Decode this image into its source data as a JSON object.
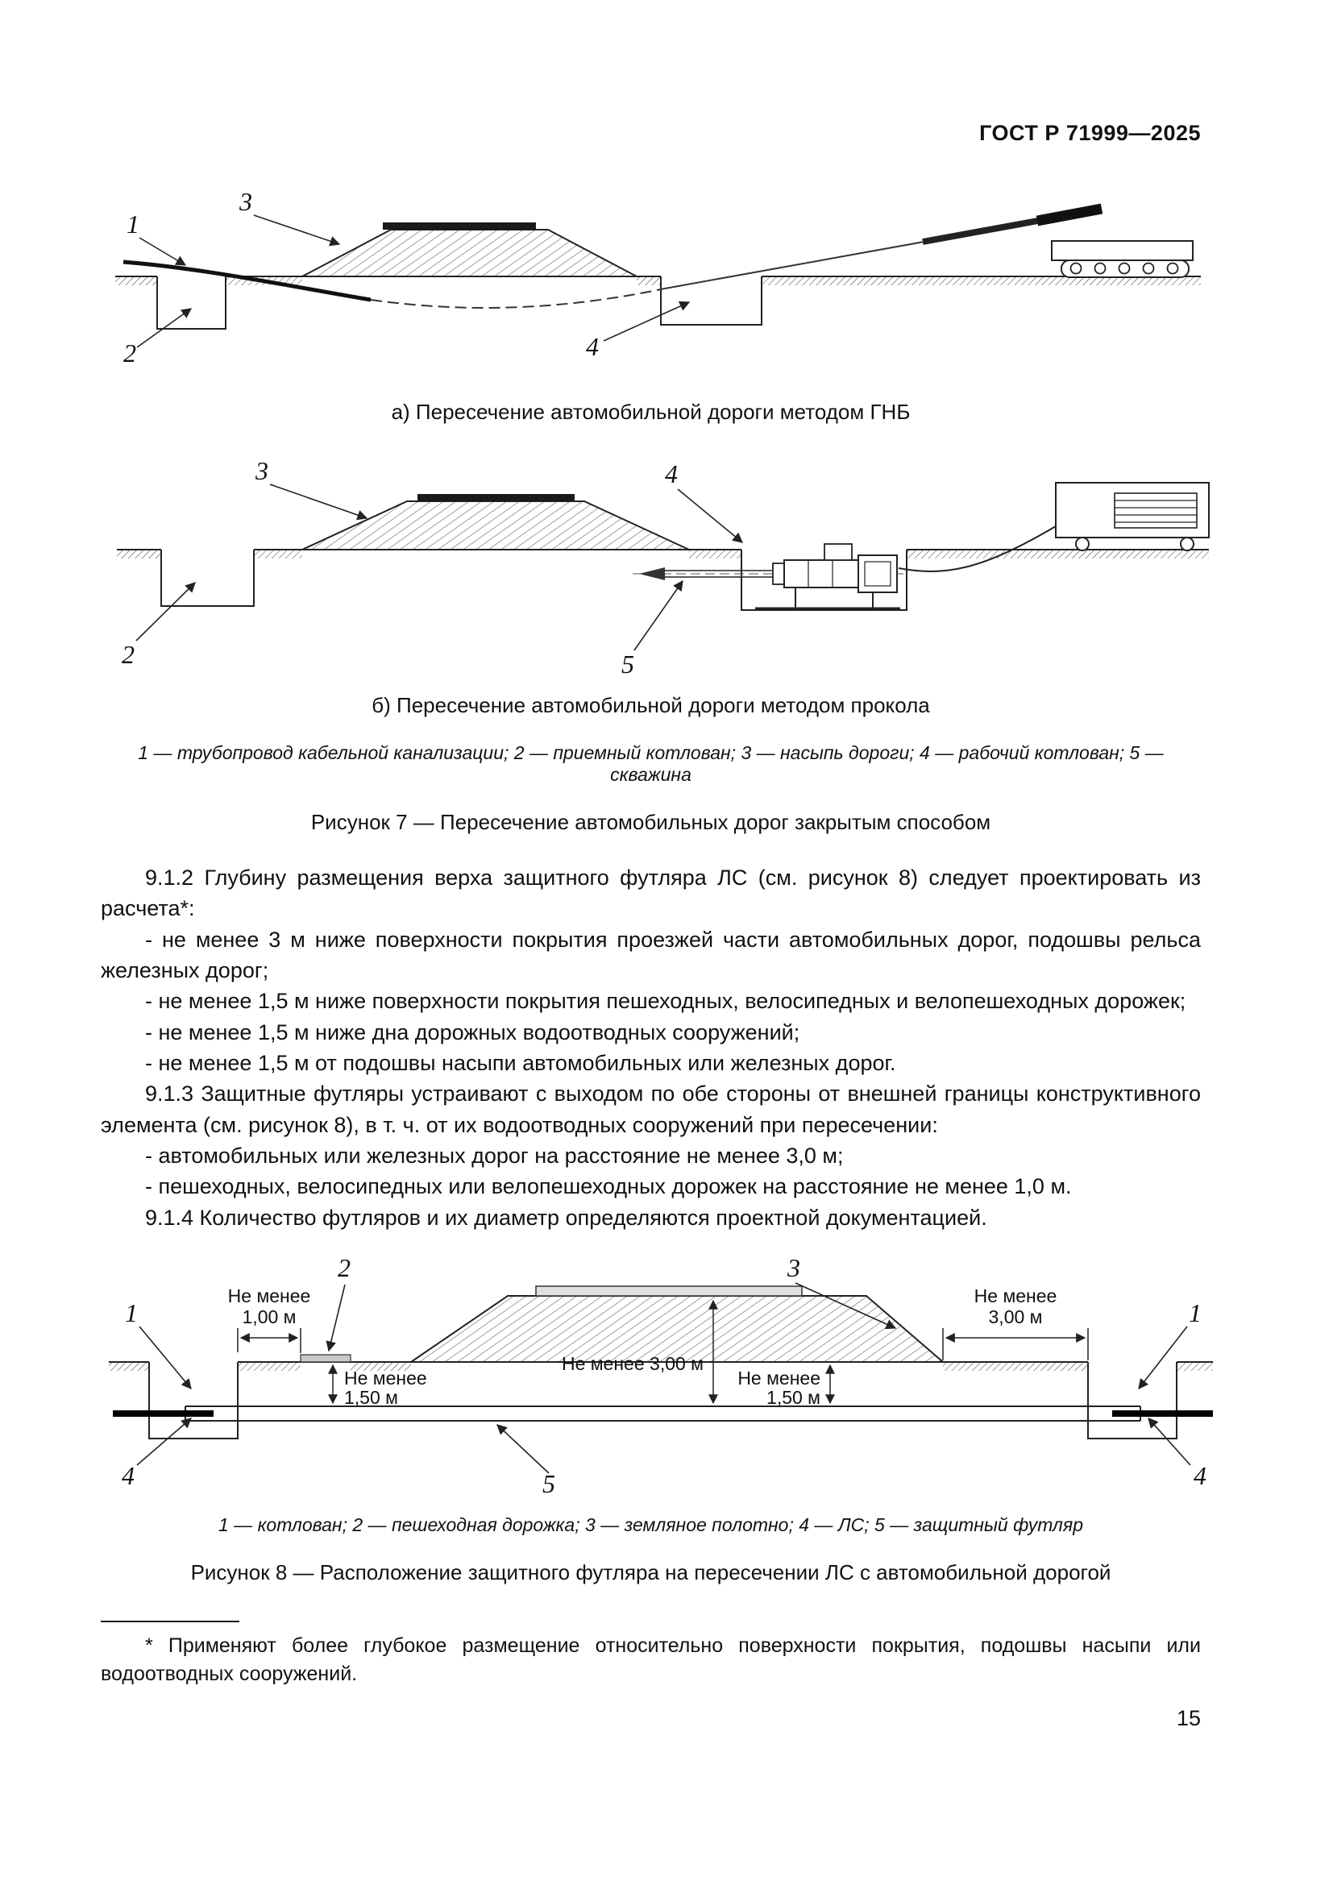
{
  "page_number": "15",
  "header": {
    "doc_number": "ГОСТ Р 71999—2025"
  },
  "figure7": {
    "numbers": {
      "n1": "1",
      "n2": "2",
      "n3": "3",
      "n4": "4",
      "n5": "5"
    },
    "caption_a": "а) Пересечение автомобильной дороги методом ГНБ",
    "caption_b": "б) Пересечение автомобильной дороги методом прокола",
    "legend": "1 — трубопровод кабельной канализации; 2 — приемный котлован; 3 — насыпь дороги; 4 — рабочий котлован; 5 — скважина",
    "title": "Рисунок 7 — Пересечение автомобильных дорог закрытым способом"
  },
  "section": {
    "p_9_1_2": "9.1.2  Глубину размещения верха защитного футляра ЛС (см. рисунок 8) следует проектировать из расчета*:",
    "items_9_1_2": [
      "- не менее 3 м ниже поверхности покрытия проезжей части автомобильных дорог, подошвы рельса железных дорог;",
      "- не менее 1,5 м ниже поверхности покрытия пешеходных, велосипедных и велопешеходных дорожек;",
      "- не менее 1,5 м ниже дна дорожных водоотводных сооружений;",
      "- не менее 1,5 м от подошвы насыпи автомобильных или железных дорог."
    ],
    "p_9_1_3": "9.1.3  Защитные футляры устраивают с выходом по обе стороны от внешней границы конструктивного элемента (см. рисунок 8), в т. ч. от их водоотводных сооружений при пересечении:",
    "items_9_1_3": [
      "- автомобильных или железных дорог на расстояние не менее 3,0 м;",
      "- пешеходных, велосипедных или велопешеходных дорожек на расстояние не менее 1,0 м."
    ],
    "p_9_1_4": "9.1.4  Количество футляров и их диаметр определяются проектной документацией."
  },
  "figure8": {
    "numbers": {
      "pit": "1",
      "walkway": "2",
      "roadbed": "3",
      "cable_line": "4",
      "casing": "5"
    },
    "dims": {
      "gap_left": [
        "Не менее",
        "1,00 м"
      ],
      "depth_left": [
        "Не менее",
        "1,50 м"
      ],
      "depth_center": [
        "Не менее 3,00 м"
      ],
      "depth_right": [
        "Не менее",
        "1,50 м"
      ],
      "gap_right": [
        "Не менее",
        "3,00 м"
      ]
    },
    "legend": "1 — котлован; 2 — пешеходная дорожка; 3 — земляное полотно; 4 — ЛС; 5 — защитный футляр",
    "title": "Рисунок 8 — Расположение защитного футляра на пересечении ЛС с автомобильной дорогой"
  },
  "footnote": {
    "text": "* Применяют более глубокое размещение относительно поверхности покрытия, подошвы насыпи или водоотводных сооружений."
  }
}
